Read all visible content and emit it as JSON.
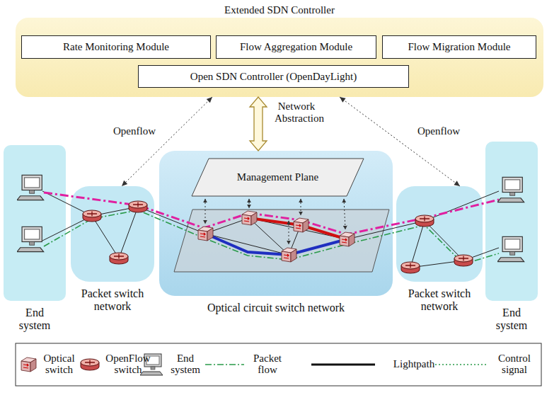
{
  "diagram": {
    "nodes": [
      {
        "text": [
          "Extended SDN Controller"
        ]
      },
      {
        "text": [
          "Rate Monitoring Module"
        ],
        "in": 0
      },
      {
        "text": [
          "Flow Aggregation Module"
        ],
        "in": 0
      },
      {
        "text": [
          "Flow Migration Module"
        ],
        "in": 0
      },
      {
        "text": [
          "Open SDN Controller (OpenDayLight)"
        ],
        "in": 0
      },
      {
        "text": [
          "End system"
        ]
      },
      {
        "text": [
          "Packet switch network"
        ]
      },
      {
        "text": [
          "Optical circuit switch network"
        ]
      },
      {
        "text": [
          "Management Plane"
        ],
        "in": 7
      },
      {
        "text": [
          "Packet switch network"
        ]
      },
      {
        "text": [
          "End system"
        ]
      }
    ],
    "edges": [
      {
        "from": 0,
        "to": 6,
        "arrow": "both",
        "label": "Openflow"
      },
      {
        "from": 0,
        "to": 7,
        "arrow": "both",
        "label": "Network Abstraction"
      },
      {
        "from": 0,
        "to": 9,
        "arrow": "both",
        "label": "Openflow"
      }
    ],
    "legend": [
      {
        "text": "Optical switch"
      },
      {
        "text": "OpenFlow switch"
      },
      {
        "text": "End system"
      },
      {
        "text": "Packet flow"
      },
      {
        "text": "Lightpath"
      },
      {
        "text": "Control signal"
      }
    ]
  }
}
